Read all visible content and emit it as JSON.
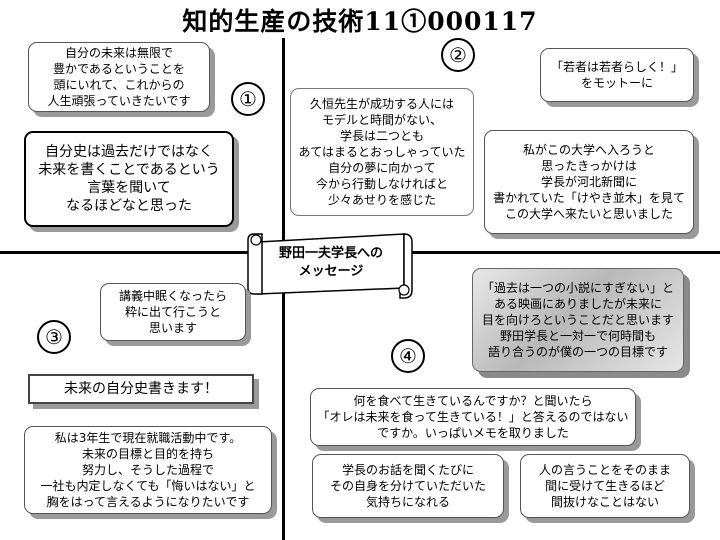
{
  "title": "知的生産の技術11①000117",
  "numbers": [
    "①",
    "②",
    "③",
    "④"
  ],
  "center_scroll": "野田一夫学長への\nメッセージ",
  "q1": {
    "note1": "自分の未来は無限で\n豊かであるということを\n頭にいれて、これからの\n人生頑張っていきたいです",
    "note2": "自分史は過去だけではなく\n未来を書くことであるという\n言葉を聞いて\nなるほどなと思った"
  },
  "q2": {
    "note1": "「若者は若者らしく！」\nをモットーに",
    "note2": "久恒先生が成功する人には\nモデルと時間がない、\n学長は二つとも\nあてはまるとおっしゃっていた\n自分の夢に向かって\n今から行動しなければと\n少々あせりを感じた",
    "note3": "私がこの大学へ入ろうと\n思ったきっかけは\n学長が河北新聞に\n書かれていた「けやき並木」を見て\nこの大学へ来たいと思いました"
  },
  "q3": {
    "note1": "講義中眠くなったら\n粋に出て行こうと\n思います",
    "note2": "未来の自分史書きます！",
    "note3": "私は3年生で現在就職活動中です。\n未来の目標と目的を持ち\n努力し、そうした過程で\n一社も内定しなくても「悔いはない」と\n胸をはって言えるようになりたいです"
  },
  "q4": {
    "note1": "「過去は一つの小説にすぎない」と\nある映画にありましたが未来に\n目を向けろということだと思います\n野田学長と一対一で何時間も\n語り合うのが僕の一つの目標です",
    "note2": "何を食べて生きているんですか？と聞いたら\n「オレは未来を食って生きている！」と答えるのではないですか。いっぱいメモを取りました",
    "note3": "学長のお話を聞くたびに\nその自身を分けていただいた\n気持ちになれる",
    "note4": "人の言うことをそのまま\n間に受けて生きるほど\n間抜けなことはない"
  }
}
